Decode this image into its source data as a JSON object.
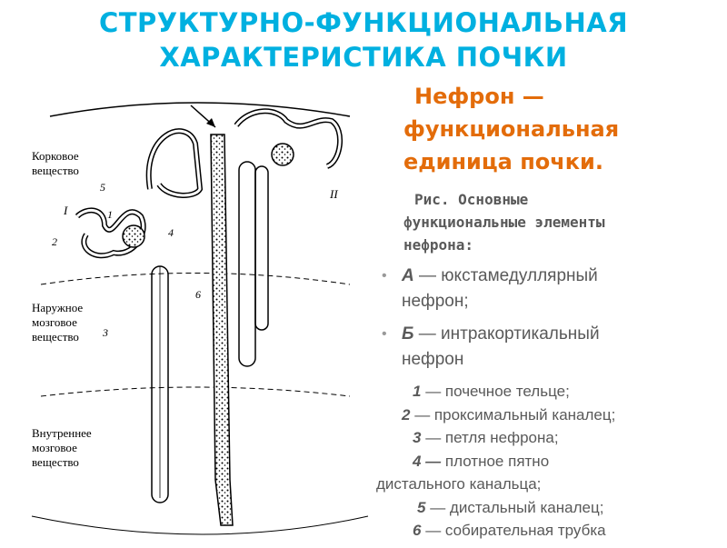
{
  "title": {
    "line1": "СТРУКТУРНО-ФУНКЦИОНАЛЬНАЯ",
    "line2": "ХАРАКТЕРИСТИКА ПОЧКИ"
  },
  "subtitle": {
    "line1": "Нефрон —",
    "line2": "функциональная",
    "line3": "единица почки."
  },
  "caption": {
    "line1": "Рис. Основные",
    "line2": "функциональные элементы",
    "line3": "нефрона:"
  },
  "bullets": [
    {
      "letter": "А",
      "text": " — юкстамедуллярный",
      "text2": "нефрон;"
    },
    {
      "letter": "Б",
      "text": " — интракортикальный",
      "text2": "нефрон"
    }
  ],
  "legend": [
    {
      "num": "1",
      "text": " — почечное тельце;"
    },
    {
      "num": "2",
      "text": " — проксимальный каналец;"
    },
    {
      "num": "3",
      "text": " — петля нефрона;"
    },
    {
      "num": "4 —",
      "text": " плотное пятно"
    },
    {
      "num": "",
      "text": "дистального канальца;"
    },
    {
      "num": "5",
      "text": " — дистальный каналец;"
    },
    {
      "num": "6",
      "text": " — собирательная трубка"
    }
  ],
  "diagram": {
    "zone_cortex_1": "Корковое",
    "zone_cortex_2": "вещество",
    "zone_outer_1": "Наружное",
    "zone_outer_2": "мозговое",
    "zone_outer_3": "вещество",
    "zone_inner_1": "Внутреннее",
    "zone_inner_2": "мозговое",
    "zone_inner_3": "вещество",
    "label_I": "I",
    "label_II": "II",
    "label_1": "1",
    "label_2": "2",
    "label_3": "3",
    "label_4": "4",
    "label_5": "5",
    "label_6": "6"
  }
}
